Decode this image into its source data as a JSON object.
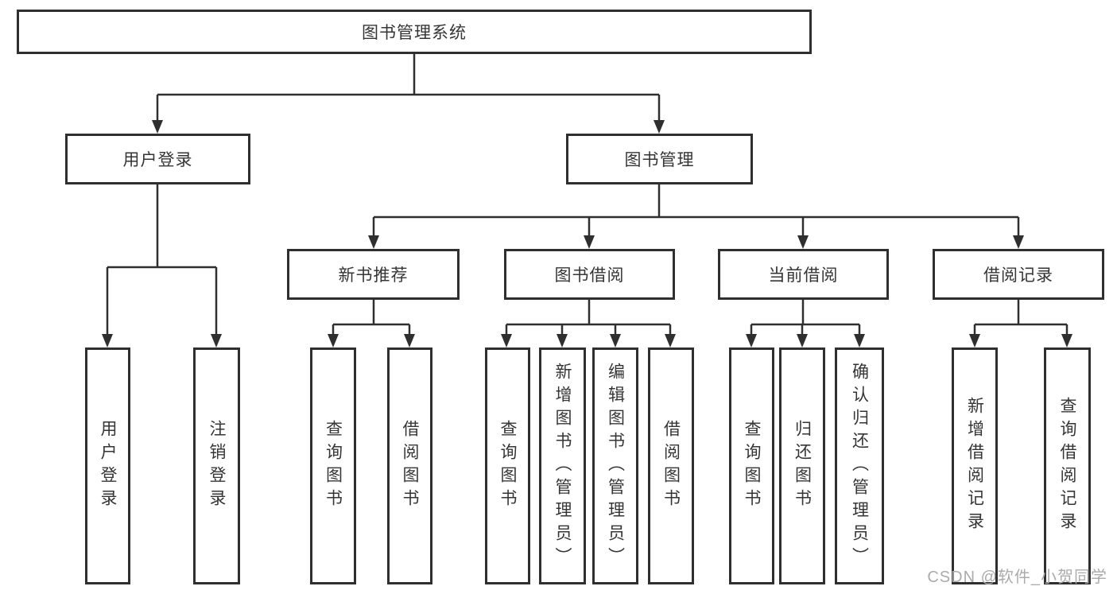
{
  "tree": {
    "root": "图书管理系统",
    "user": {
      "label": "用户登录",
      "children": [
        "用户登录",
        "注销登录"
      ]
    },
    "book": {
      "label": "图书管理",
      "sections": [
        {
          "label": "新书推荐",
          "children": [
            "查询图书",
            "借阅图书"
          ]
        },
        {
          "label": "图书借阅",
          "children": [
            "查询图书",
            "新增图书（管理员）",
            "编辑图书（管理员）",
            "借阅图书"
          ]
        },
        {
          "label": "当前借阅",
          "children": [
            "查询图书",
            "归还图书",
            "确认归还（管理员）"
          ]
        },
        {
          "label": "借阅记录",
          "children": [
            "新增借阅记录",
            "查询借阅记录"
          ]
        }
      ]
    }
  },
  "watermark": "CSDN @软件_小贺同学",
  "colors": {
    "line": "#2f2f2f",
    "box_border": "#2f2f2f",
    "text": "#353535",
    "watermark": "#ababab",
    "background": "#ffffff"
  }
}
